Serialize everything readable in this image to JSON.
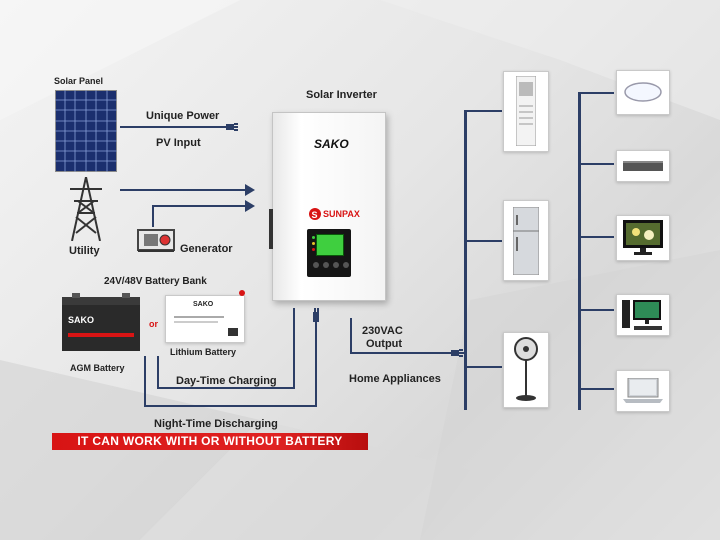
{
  "inverter": {
    "title": "Solar Inverter",
    "brand": "SAKO",
    "sub_brand": "SUNPAX"
  },
  "labels": {
    "solar_panel": "Solar Panel",
    "unique_power": "Unique Power",
    "pv_input": "PV Input",
    "utility": "Utility",
    "generator": "Generator",
    "battery_bank": "24V/48V Battery Bank",
    "or": "or",
    "agm_battery": "AGM Battery",
    "lithium_battery": "Lithium Battery",
    "day_time_charging": "Day-Time Charging",
    "night_time_discharging": "Night-Time Discharging",
    "output_voltage": "230VAC",
    "output": "Output",
    "home_appliances": "Home Appliances"
  },
  "banner": {
    "text": "IT CAN WORK WITH OR WITHOUT BATTERY",
    "color": "#d81414"
  },
  "appliances": {
    "middle": [
      "air-conditioner",
      "refrigerator",
      "standing-fan"
    ],
    "right": [
      "ceiling-light",
      "set-top-box",
      "tv",
      "desktop-computer",
      "laptop"
    ]
  },
  "colors": {
    "wire": "#2c3e66",
    "accent_red": "#d81414",
    "lcd_green": "#3fcf3f"
  }
}
